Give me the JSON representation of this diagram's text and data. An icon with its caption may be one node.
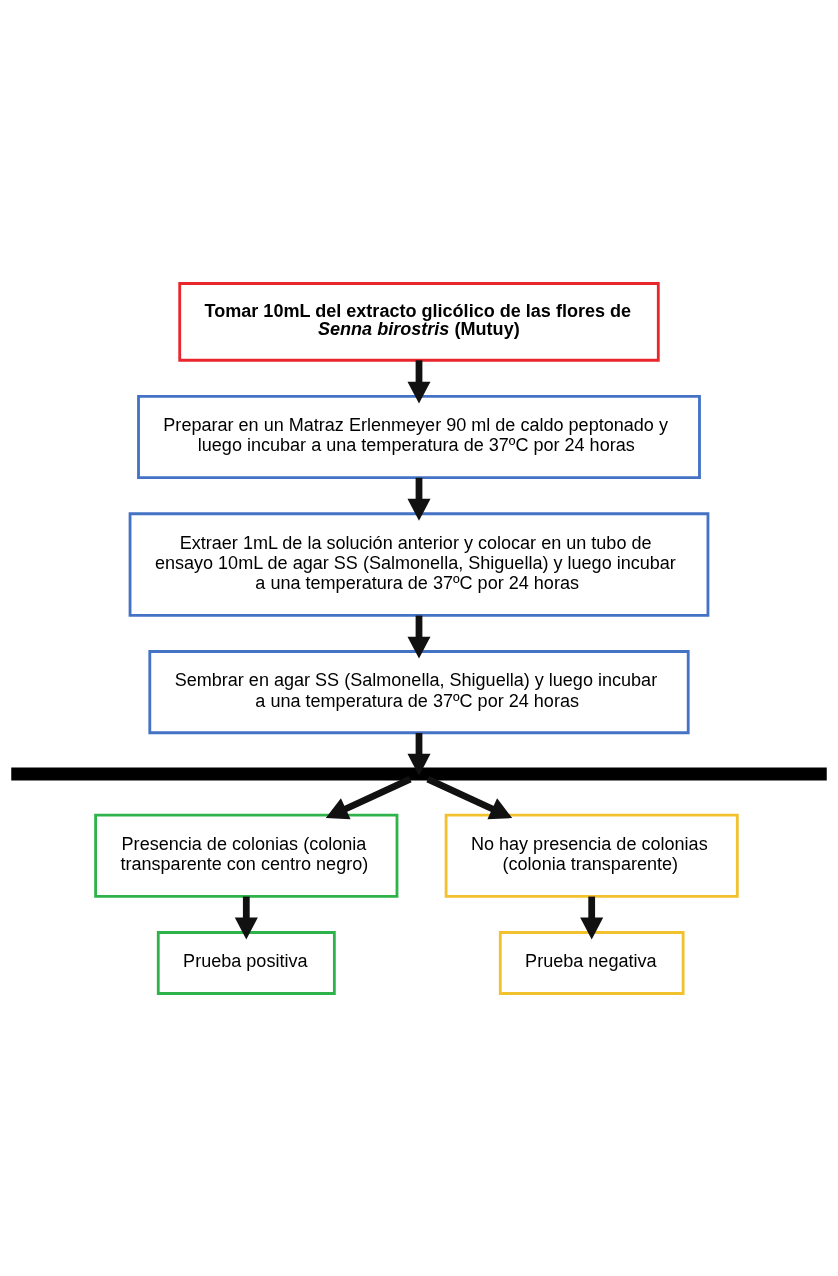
{
  "diagram": {
    "nodes": [
      {
        "text": [
          "Tomar 10mL del extracto glicólico de las flores de *Senna birostris* (Mutuy)"
        ]
      },
      {
        "text": [
          "Preparar en un Matraz Erlenmeyer 90 ml de caldo peptonado y luego incubar a una temperatura de 37ºC por 24 horas"
        ]
      },
      {
        "text": [
          "Extraer 1mL de la solución anterior y colocar en un tubo de ensayo 10mL de agar SS (Salmonella, Shiguella) y luego incubar a una temperatura de 37ºC por 24 horas"
        ]
      },
      {
        "text": [
          "Sembrar en agar SS (Salmonella, Shiguella) y luego incubar a una temperatura de 37ºC por 24 horas"
        ]
      },
      {
        "text": [],
        "shape": "bar"
      },
      {
        "text": [
          "Presencia de colonias (colonia transparente con centro negro)"
        ]
      },
      {
        "text": [
          "No hay presencia de colonias (colonia transparente)"
        ]
      },
      {
        "text": [
          "Prueba positiva"
        ]
      },
      {
        "text": [
          "Prueba negativa"
        ]
      }
    ],
    "edges": [
      {
        "from": 0,
        "to": 1,
        "arrow": "to"
      },
      {
        "from": 1,
        "to": 2,
        "arrow": "to"
      },
      {
        "from": 2,
        "to": 3,
        "arrow": "to"
      },
      {
        "from": 3,
        "to": 4,
        "arrow": "to"
      },
      {
        "from": 4,
        "to": 5,
        "arrow": "to"
      },
      {
        "from": 4,
        "to": 6,
        "arrow": "to"
      },
      {
        "from": 5,
        "to": 7,
        "arrow": "to"
      },
      {
        "from": 6,
        "to": 8,
        "arrow": "to"
      }
    ]
  }
}
